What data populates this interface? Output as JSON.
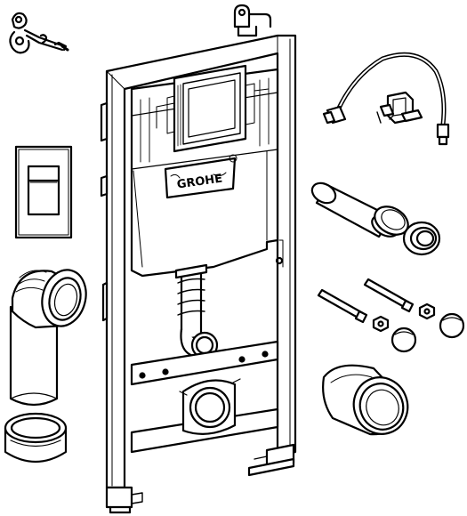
{
  "diagram": {
    "brand_label": "GROHE",
    "ink_color": "#000000",
    "paper_color": "#ffffff",
    "parts": [
      {
        "id": "wall-anchor-bracket",
        "icon": "bracket-icon"
      },
      {
        "id": "flush-plate",
        "icon": "flush-plate-icon"
      },
      {
        "id": "pan-connector-bend",
        "icon": "elbow-pipe-icon"
      },
      {
        "id": "pipe-sleeve",
        "icon": "sleeve-icon"
      },
      {
        "id": "installation-frame",
        "icon": "frame-icon"
      },
      {
        "id": "flexible-water-hose",
        "icon": "hose-icon"
      },
      {
        "id": "straight-connection-pipe",
        "icon": "pipe-icon"
      },
      {
        "id": "pipe-seal-ring",
        "icon": "seal-ring-icon"
      },
      {
        "id": "fixing-bolts-set",
        "icon": "bolt-icon"
      },
      {
        "id": "drain-sleeve-cup",
        "icon": "cup-icon"
      }
    ]
  }
}
